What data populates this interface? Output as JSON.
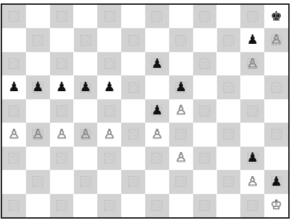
{
  "board": {
    "files": 12,
    "ranks": 9,
    "dark_square_color": "#d2d2d2",
    "light_square_color": "#ffffff",
    "border_color": "#1a1a1a",
    "rows": [
      [
        "",
        "",
        "",
        "",
        "",
        "",
        "",
        "",
        "",
        "",
        "",
        "bk"
      ],
      [
        "",
        "",
        "",
        "",
        "",
        "",
        "",
        "",
        "",
        "",
        "bp",
        "wp"
      ],
      [
        "",
        "",
        "",
        "",
        "",
        "",
        "bp",
        "",
        "",
        "",
        "wp",
        ""
      ],
      [
        "bp",
        "bp",
        "bp",
        "bp",
        "bp",
        "",
        "",
        "bp",
        "",
        "",
        "",
        ""
      ],
      [
        "",
        "",
        "",
        "",
        "",
        "",
        "bp",
        "wp",
        "",
        "",
        "",
        ""
      ],
      [
        "wp",
        "wp",
        "wp",
        "wp",
        "wp",
        "",
        "wp",
        "",
        "",
        "",
        "",
        ""
      ],
      [
        "",
        "",
        "",
        "",
        "",
        "",
        "",
        "wp",
        "",
        "",
        "bp",
        ""
      ],
      [
        "",
        "",
        "",
        "",
        "",
        "",
        "",
        "",
        "",
        "",
        "wp",
        "bp"
      ],
      [
        "",
        "",
        "",
        "",
        "",
        "",
        "",
        "",
        "",
        "",
        "",
        "wk"
      ]
    ]
  },
  "pieces": {
    "bk": {
      "name": "black-king",
      "glyph": "♚",
      "side": "black"
    },
    "wk": {
      "name": "white-king",
      "glyph": "♔",
      "side": "white"
    },
    "bp": {
      "name": "black-pawn",
      "glyph": "♟",
      "side": "black"
    },
    "wp": {
      "name": "white-pawn",
      "glyph": "♙",
      "side": "white"
    }
  }
}
